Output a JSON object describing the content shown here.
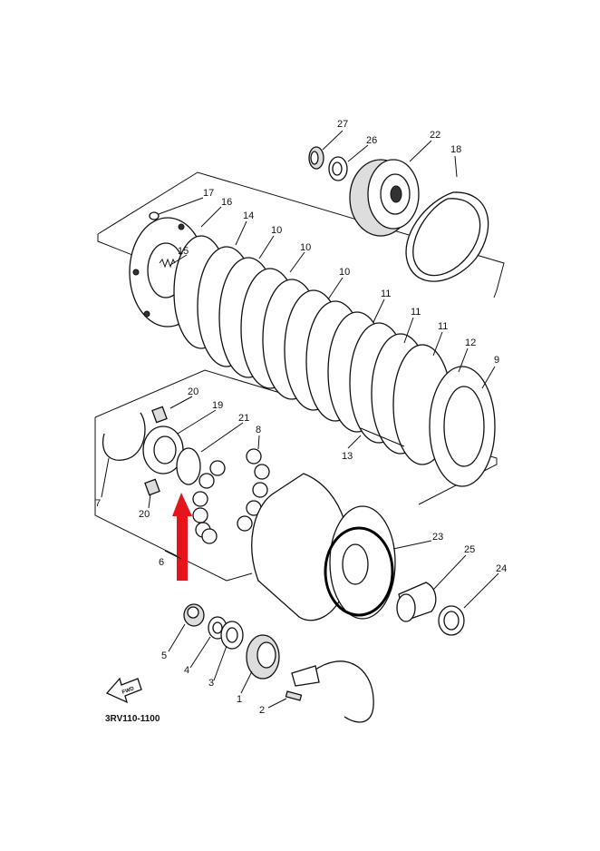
{
  "diagram": {
    "code": "3RV110-1100",
    "fwd_label": "FWD",
    "colors": {
      "ink": "#111111",
      "arrow": "#e8141c",
      "highlight": "#000000"
    },
    "callouts": [
      {
        "id": "27",
        "text": "27"
      },
      {
        "id": "26",
        "text": "26"
      },
      {
        "id": "22",
        "text": "22"
      },
      {
        "id": "18",
        "text": "18"
      },
      {
        "id": "17",
        "text": "17"
      },
      {
        "id": "16",
        "text": "16"
      },
      {
        "id": "15",
        "text": "15"
      },
      {
        "id": "14",
        "text": "14"
      },
      {
        "id": "10a",
        "text": "10"
      },
      {
        "id": "10b",
        "text": "10"
      },
      {
        "id": "10c",
        "text": "10"
      },
      {
        "id": "11a",
        "text": "11"
      },
      {
        "id": "11b",
        "text": "11"
      },
      {
        "id": "11c",
        "text": "11"
      },
      {
        "id": "12",
        "text": "12"
      },
      {
        "id": "9",
        "text": "9"
      },
      {
        "id": "13",
        "text": "13"
      },
      {
        "id": "20a",
        "text": "20"
      },
      {
        "id": "19",
        "text": "19"
      },
      {
        "id": "21",
        "text": "21"
      },
      {
        "id": "8",
        "text": "8"
      },
      {
        "id": "7",
        "text": "7"
      },
      {
        "id": "20b",
        "text": "20"
      },
      {
        "id": "6",
        "text": "6"
      },
      {
        "id": "23",
        "text": "23"
      },
      {
        "id": "25",
        "text": "25"
      },
      {
        "id": "24",
        "text": "24"
      },
      {
        "id": "5",
        "text": "5"
      },
      {
        "id": "4",
        "text": "4"
      },
      {
        "id": "3",
        "text": "3"
      },
      {
        "id": "1",
        "text": "1"
      },
      {
        "id": "2",
        "text": "2"
      }
    ]
  }
}
